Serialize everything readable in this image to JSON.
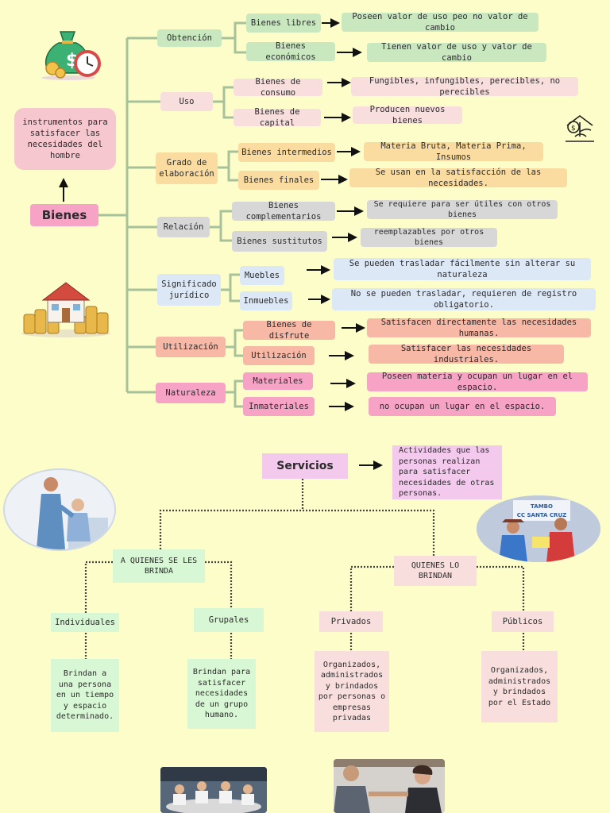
{
  "bienes": {
    "title": "Bienes",
    "definition": "instrumentos para satisfacer las necesidades del hombre",
    "categories": [
      {
        "label": "Obtención",
        "items": [
          {
            "label": "Bienes libres",
            "desc": "Poseen valor de uso peo no valor de cambio"
          },
          {
            "label": "Bienes económicos",
            "desc": "Tienen valor de uso y valor de cambio"
          }
        ]
      },
      {
        "label": "Uso",
        "items": [
          {
            "label": "Bienes de consumo",
            "desc": "Fungibles, infungibles, perecibles, no perecibles"
          },
          {
            "label": "Bienes de capital",
            "desc": "Producen nuevos bienes"
          }
        ]
      },
      {
        "label": "Grado de elaboración",
        "items": [
          {
            "label": "Bienes intermedios",
            "desc": "Materia Bruta, Materia Prima, Insumos"
          },
          {
            "label": "Bienes finales",
            "desc": "Se usan en la satisfacción de las necesidades."
          }
        ]
      },
      {
        "label": "Relación",
        "items": [
          {
            "label": "Bienes complementarios",
            "desc": "Se requiere para ser útiles con otros bienes"
          },
          {
            "label": "Bienes sustitutos",
            "desc": "reemplazables por otros bienes"
          }
        ]
      },
      {
        "label": "Significado jurídico",
        "items": [
          {
            "label": "Muebles",
            "desc": "Se pueden trasladar fácilmente sin alterar su naturaleza"
          },
          {
            "label": "Inmuebles",
            "desc": "No se pueden trasladar, requieren de registro obligatorio."
          }
        ]
      },
      {
        "label": "Utilización",
        "items": [
          {
            "label": "Bienes de disfrute",
            "desc": "Satisfacen directamente las necesidades humanas."
          },
          {
            "label": "Utilización",
            "desc": "Satisfacer las necesidades industriales."
          }
        ]
      },
      {
        "label": "Naturaleza",
        "items": [
          {
            "label": "Materiales",
            "desc": "Poseen materia y ocupan un lugar en el espacio."
          },
          {
            "label": "Inmateriales",
            "desc": "no ocupan un lugar en el espacio."
          }
        ]
      }
    ]
  },
  "servicios": {
    "title": "Servicios",
    "definition": "Actividades que las personas realizan para satisfacer necesidades de otras personas.",
    "a_quienes": {
      "label": "A QUIENES SE LES BRINDA",
      "types": [
        {
          "label": "Individuales",
          "desc": "Brindan a una persona en un tiempo y espacio determinado."
        },
        {
          "label": "Grupales",
          "desc": "Brindan para satisfacer necesidades de un grupo humano."
        }
      ]
    },
    "quienes": {
      "label": "QUIENES LO BRINDAN",
      "types": [
        {
          "label": "Privados",
          "desc": "Organizados, administrados y brindados por personas o empresas privadas"
        },
        {
          "label": "Públicos",
          "desc": "Organizados, administrados y brindados por el Estado"
        }
      ]
    },
    "photo_sign": "TAMBO CC SANTA CRUZ"
  },
  "colors": {
    "background": "#fdfdc9",
    "line": "#a7c29a",
    "dotted": "#555555"
  },
  "icons": [
    "money-bag-icon",
    "savings-icon",
    "house-coins-icon",
    "nurse-photo",
    "tambo-photo",
    "meeting-photo",
    "handshake-photo"
  ]
}
